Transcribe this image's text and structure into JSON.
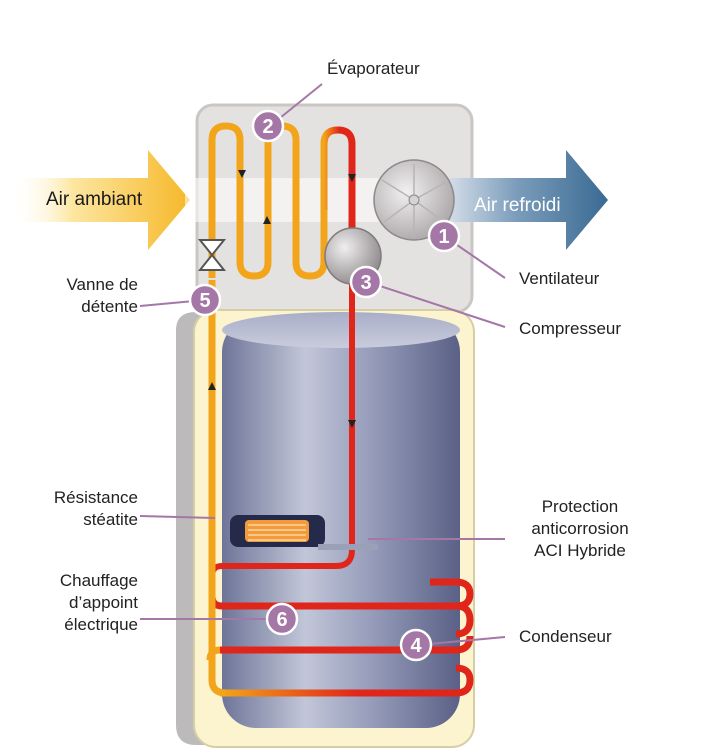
{
  "labels": {
    "evaporateur": "Évaporateur",
    "air_ambiant": "Air ambiant",
    "air_refroidi": "Air refroidi",
    "ventilateur": "Ventilateur",
    "compresseur": "Compresseur",
    "vanne": "Vanne de\ndétente",
    "resistance": "Résistance\nstéatite",
    "protection": "Protection\nanticorrosion\nACI Hybride",
    "chauffage": "Chauffage\nd’appoint\nélectrique",
    "condenseur": "Condenseur"
  },
  "markers": [
    "1",
    "2",
    "3",
    "4",
    "5",
    "6"
  ],
  "colors": {
    "marker": "#a477a7",
    "hot_pipe": "#e0261b",
    "warm_pipe": "#f2a51a",
    "housing": "#e4e2e0",
    "tank_shell": "#fbf4cf",
    "tank_inner": "#8f96b4",
    "air_in": "#f5b829",
    "air_out": "#3e6f97"
  }
}
